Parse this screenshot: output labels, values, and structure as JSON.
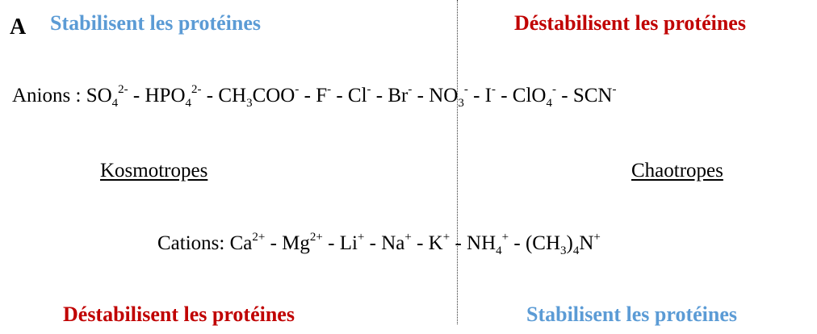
{
  "panel_label": "A",
  "colors": {
    "stabilize": "#5b9bd5",
    "destabilize": "#c00000",
    "text": "#000000",
    "divider": "#333333"
  },
  "headings": {
    "top_left": "Stabilisent les protéines",
    "top_right": "Déstabilisent les protéines",
    "bottom_left": "Déstabilisent les protéines",
    "bottom_right": "Stabilisent les protéines"
  },
  "anions": {
    "label": "Anions :",
    "separator": "-",
    "items": [
      {
        "base": "SO",
        "sub": "4",
        "sup": "2-"
      },
      {
        "base": "HPO",
        "sub": "4",
        "sup": "2-"
      },
      {
        "base": "CH",
        "sub": "3",
        "base2": "COO",
        "sup": "-"
      },
      {
        "base": "F",
        "sup": "-"
      },
      {
        "base": "Cl",
        "sup": "-"
      },
      {
        "base": "Br",
        "sup": "-"
      },
      {
        "base": "NO",
        "sub": "3",
        "sup": "-"
      },
      {
        "base": "I",
        "sup": "-"
      },
      {
        "base": "ClO",
        "sub": "4",
        "sup": "-"
      },
      {
        "base": "SCN",
        "sup": "-"
      }
    ]
  },
  "terms": {
    "left": "Kosmotropes",
    "right": "Chaotropes"
  },
  "cations": {
    "label": "Cations:",
    "separator": "-",
    "items": [
      {
        "base": "Ca",
        "sup": "2+"
      },
      {
        "base": "Mg",
        "sup": "2+"
      },
      {
        "base": "Li",
        "sup": "+"
      },
      {
        "base": "Na",
        "sup": "+"
      },
      {
        "base": "K",
        "sup": "+"
      },
      {
        "base": "NH",
        "sub": "4",
        "sup": "+"
      },
      {
        "base": "(CH",
        "sub": "3",
        "base2": ")",
        "sub2": "4",
        "base3": "N",
        "sup": "+"
      }
    ]
  }
}
